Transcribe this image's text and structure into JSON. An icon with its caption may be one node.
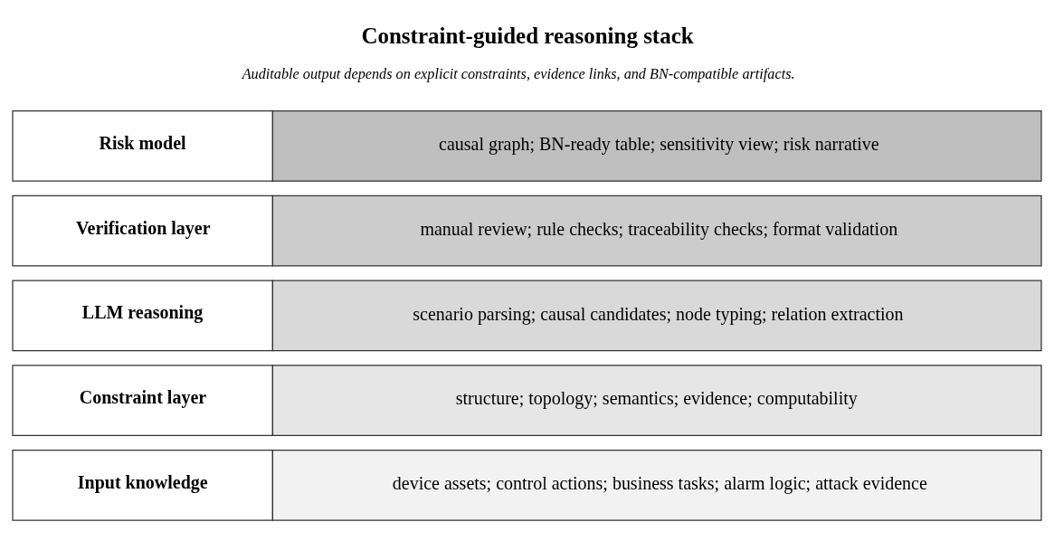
{
  "diagram": {
    "title": "Constraint-guided reasoning stack",
    "caption": "Auditable output depends on explicit constraints, evidence links, and BN-compatible artifacts.",
    "nodes": [
      {
        "text": [
          "Input knowledge",
          "device assets; control actions; business tasks; alarm logic; attack evidence"
        ]
      },
      {
        "text": [
          "Constraint layer",
          "structure; topology; semantics; evidence; computability"
        ]
      },
      {
        "text": [
          "LLM reasoning",
          "scenario parsing; causal candidates; node typing; relation extraction"
        ]
      },
      {
        "text": [
          "Verification layer",
          "manual review; rule checks; traceability checks; format validation"
        ]
      },
      {
        "text": [
          "Risk model",
          "causal graph; BN-ready table; sensitivity view; risk narrative"
        ]
      }
    ],
    "edges": []
  }
}
